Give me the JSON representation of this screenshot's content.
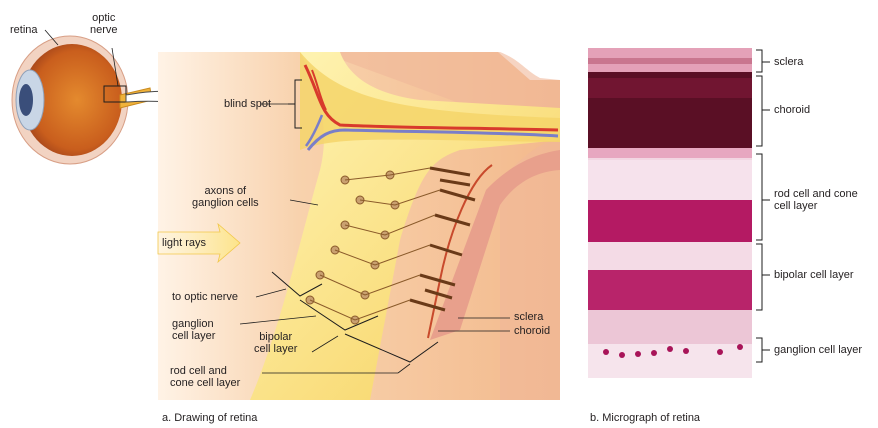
{
  "eye_labels": {
    "retina": "retina",
    "optic_nerve": "optic\nnerve"
  },
  "drawing_labels": {
    "blind_spot": "blind spot",
    "axons": "axons of\nganglion cells",
    "light_rays": "light rays",
    "to_optic_nerve": "to optic nerve",
    "ganglion_layer": "ganglion\ncell layer",
    "bipolar_layer": "bipolar\ncell layer",
    "rod_cone_layer": "rod cell and\ncone cell layer",
    "sclera": "sclera",
    "choroid": "choroid"
  },
  "micro_labels": {
    "sclera": "sclera",
    "choroid": "choroid",
    "rod_cone": "rod cell and cone\ncell layer",
    "bipolar": "bipolar cell layer",
    "ganglion": "ganglion cell layer"
  },
  "captions": {
    "drawing": "a. Drawing of retina",
    "micrograph": "b. Micrograph of retina"
  },
  "colors": {
    "background_peach": "#f6c9a0",
    "retina_yellow": "#fbe27a",
    "sclera_pink": "#e8a08c",
    "artery_red": "#d83a2c",
    "vein_blue": "#7a7ec8",
    "choroid_dark": "#5a0f25",
    "stain_pink": "#e7a7c0",
    "nuclei_purple": "#b41a63"
  }
}
